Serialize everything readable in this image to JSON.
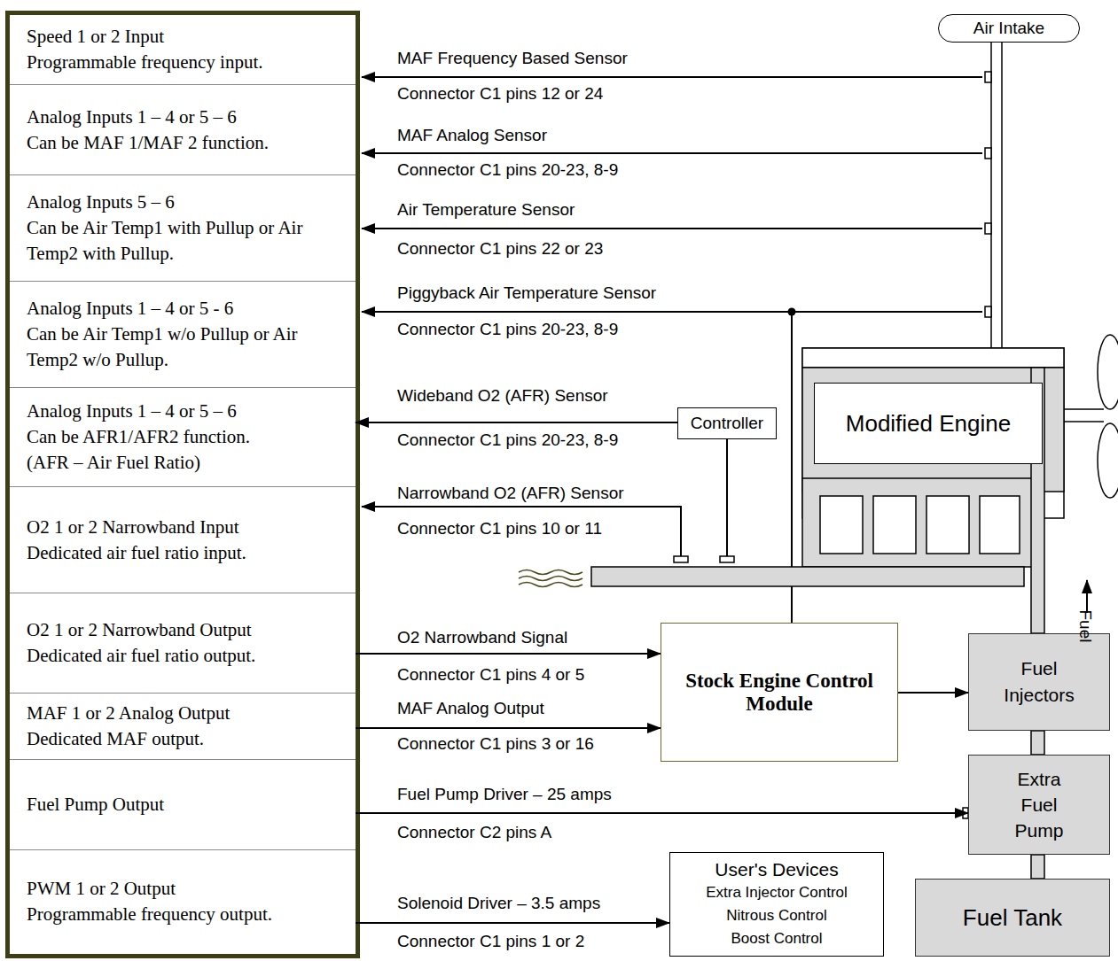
{
  "diagram": {
    "nodes": [
      {
        "text": [
          "Speed 1 or 2 Input",
          "Programmable frequency input."
        ]
      },
      {
        "text": [
          "Analog Inputs 1 – 4 or 5 – 6",
          "Can be MAF 1/MAF 2 function."
        ]
      },
      {
        "text": [
          "Analog Inputs 5 – 6",
          "Can be Air Temp1 with Pullup or Air Temp2 with Pullup."
        ]
      },
      {
        "text": [
          "Analog Inputs 1 – 4 or 5 - 6",
          "Can be Air Temp1 w/o Pullup or Air Temp2 w/o Pullup."
        ]
      },
      {
        "text": [
          "Analog Inputs 1 – 4 or 5 – 6",
          "Can be AFR1/AFR2 function.",
          "(AFR – Air Fuel Ratio)"
        ]
      },
      {
        "text": [
          "O2 1 or 2 Narrowband Input",
          "Dedicated air fuel ratio input."
        ]
      },
      {
        "text": [
          "O2 1 or 2 Narrowband Output",
          "Dedicated air fuel ratio output."
        ]
      },
      {
        "text": [
          "MAF 1 or 2 Analog Output",
          "Dedicated MAF output."
        ]
      },
      {
        "text": [
          "Fuel Pump Output"
        ]
      },
      {
        "text": [
          "PWM 1 or 2 Output",
          "Programmable frequency output."
        ]
      },
      {
        "text": [
          "Air Intake"
        ]
      },
      {
        "text": [
          "Controller"
        ]
      },
      {
        "text": [
          "Modified Engine"
        ]
      },
      {
        "text": [
          "Stock Engine Control Module"
        ]
      },
      {
        "text": [
          "Fuel Injectors"
        ]
      },
      {
        "text": [
          "Extra Fuel Pump"
        ]
      },
      {
        "text": [
          "User's Devices",
          "Extra Injector Control",
          "Nitrous Control",
          "Boost Control"
        ]
      },
      {
        "text": [
          "Fuel Tank"
        ]
      }
    ],
    "edges": [
      {
        "from": 11,
        "to": 4,
        "arrow": "to",
        "label": "Wideband O2 (AFR) Sensor"
      },
      {
        "from": 6,
        "to": 13,
        "arrow": "to",
        "label": "O2 Narrowband Signal"
      },
      {
        "from": 7,
        "to": 13,
        "arrow": "to",
        "label": "MAF Analog Output"
      },
      {
        "from": 8,
        "to": 15,
        "arrow": "to",
        "label": "Fuel Pump Driver – 25 amps"
      },
      {
        "from": 9,
        "to": 16,
        "arrow": "to",
        "label": "Solenoid Driver – 3.5 amps"
      },
      {
        "from": 13,
        "to": 14,
        "arrow": "to"
      }
    ],
    "labels": [
      "MAF Frequency Based Sensor",
      "Connector C1 pins 12 or 24",
      "MAF Analog Sensor",
      "Connector C1 pins 20-23, 8-9",
      "Air Temperature Sensor",
      "Connector C1 pins 22 or 23",
      "Piggyback Air Temperature Sensor",
      "Connector C1 pins 20-23, 8-9",
      "Connector C1 pins 20-23, 8-9",
      "Narrowband O2 (AFR) Sensor",
      "Connector C1 pins 10 or 11",
      "Connector C1 pins 4 or 5",
      "Connector C1 pins 3 or 16",
      "Connector C2 pins A",
      "Connector C1 pins 1 or 2",
      "Fuel"
    ]
  }
}
